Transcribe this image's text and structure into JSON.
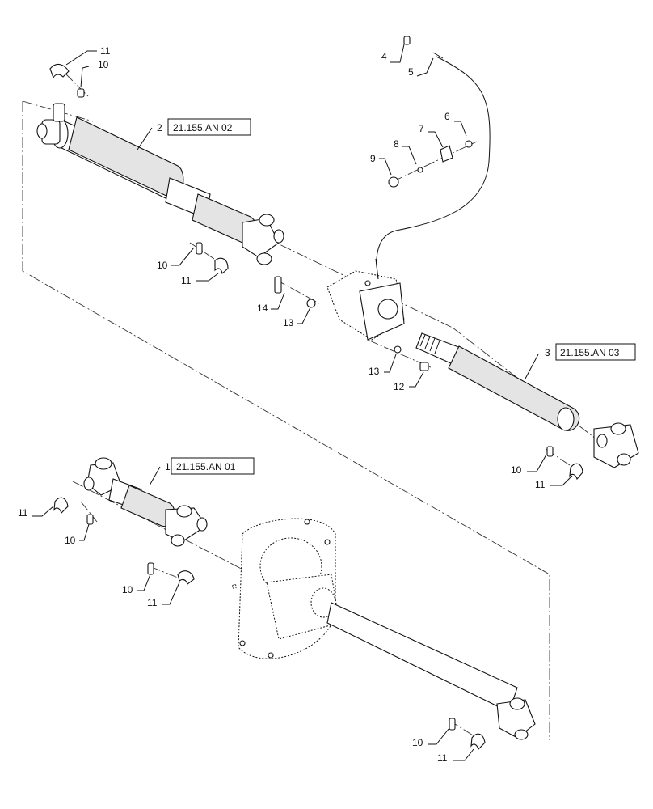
{
  "callouts": {
    "c1": "1",
    "c2": "2",
    "c3": "3",
    "c4": "4",
    "c5": "5",
    "c6": "6",
    "c7": "7",
    "c8": "8",
    "c9": "9",
    "c10a": "10",
    "c10b": "10",
    "c10c": "10",
    "c10d": "10",
    "c10e": "10",
    "c10f": "10",
    "c11a": "11",
    "c11b": "11",
    "c11c": "11",
    "c11d": "11",
    "c11e": "11",
    "c11f": "11",
    "c12": "12",
    "c13a": "13",
    "c13b": "13",
    "c14": "14"
  },
  "refs": {
    "r1": "21.155.AN 01",
    "r2": "21.155.AN 02",
    "r3": "21.155.AN 03"
  }
}
